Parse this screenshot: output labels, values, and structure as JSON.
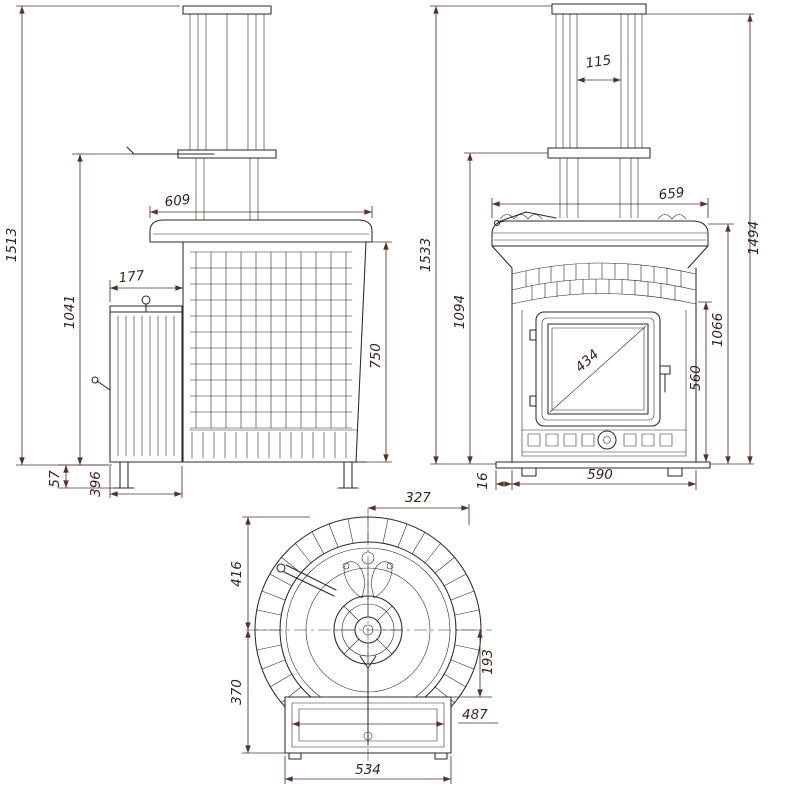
{
  "drawing": {
    "kind": "stove technical drawing, three orthographic views",
    "views": {
      "side": "side-view",
      "front": "front-view",
      "top": "top-view"
    }
  },
  "dims": {
    "side": {
      "total_height": "1513",
      "upper_height": "1041",
      "top_width": "609",
      "door_offset": "177",
      "cage_height": "750",
      "base_height": "57",
      "depth": "396"
    },
    "front": {
      "chimney_width": "115",
      "cap_width": "659",
      "total_height": "1533",
      "shoulder_height": "1094",
      "right_height": "1494",
      "cage_height": "1066",
      "door_height": "560",
      "glass_diagonal": "434",
      "body_width": "590",
      "base_step": "16"
    },
    "top": {
      "half_width": "327",
      "front_depth": "416",
      "rear_depth": "370",
      "center_offset": "193",
      "inner_width": "487",
      "overall_width": "534"
    }
  },
  "colors": {
    "background": "#ffffff",
    "line": "#2e2723",
    "dimension": "#53332a"
  }
}
